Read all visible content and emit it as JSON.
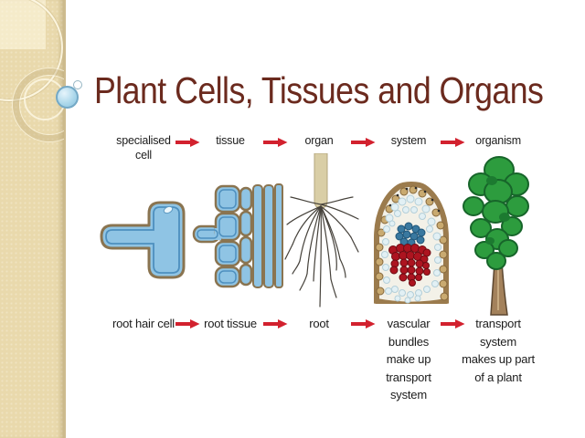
{
  "theme": {
    "background": "#ffffff",
    "sidebar_beige": "#e9d9ac",
    "arrow_red": "#d2212e",
    "title_maroon": "#6b2a1e",
    "label_black": "#1c1c1c",
    "cell_blue": "#8fc4e4",
    "outline_tan": "#8a7450",
    "leaf_green": "#2d9c3e",
    "trunk_brown": "#a3815b",
    "xylem_red": "#ad1420",
    "phloem_blue": "#39789f",
    "stem_tan": "#d9cea6"
  },
  "slide": {
    "title": "Plant Cells, Tissues and Organs"
  },
  "diagram": {
    "flow_direction": "left-to-right",
    "columns": [
      {
        "level": "specialised cell",
        "top_lines": [
          "specialised",
          "cell"
        ],
        "bottom_lines": [
          "root hair cell"
        ],
        "image": "root hair cell drawing (blue T-shaped cell with tan outline)"
      },
      {
        "level": "tissue",
        "top_lines": [
          "tissue"
        ],
        "bottom_lines": [
          "root tissue"
        ],
        "image": "root tissue drawing (stacked blue cells with vertical tube cells)"
      },
      {
        "level": "organ",
        "top_lines": [
          "organ"
        ],
        "bottom_lines": [
          "root"
        ],
        "image": "root drawing (tan stem with fibrous roots)"
      },
      {
        "level": "system",
        "top_lines": [
          "system"
        ],
        "bottom_lines": [
          "vascular",
          "bundles",
          "make up",
          "transport",
          "system"
        ],
        "image": "root-tip cross-section showing vascular bundles (blue phloem, red xylem)"
      },
      {
        "level": "organism",
        "top_lines": [
          "organism"
        ],
        "bottom_lines": [
          "transport",
          "system",
          "makes up part",
          "of a plant"
        ],
        "image": "tree drawing (green foliage, brown trunk)"
      }
    ]
  }
}
